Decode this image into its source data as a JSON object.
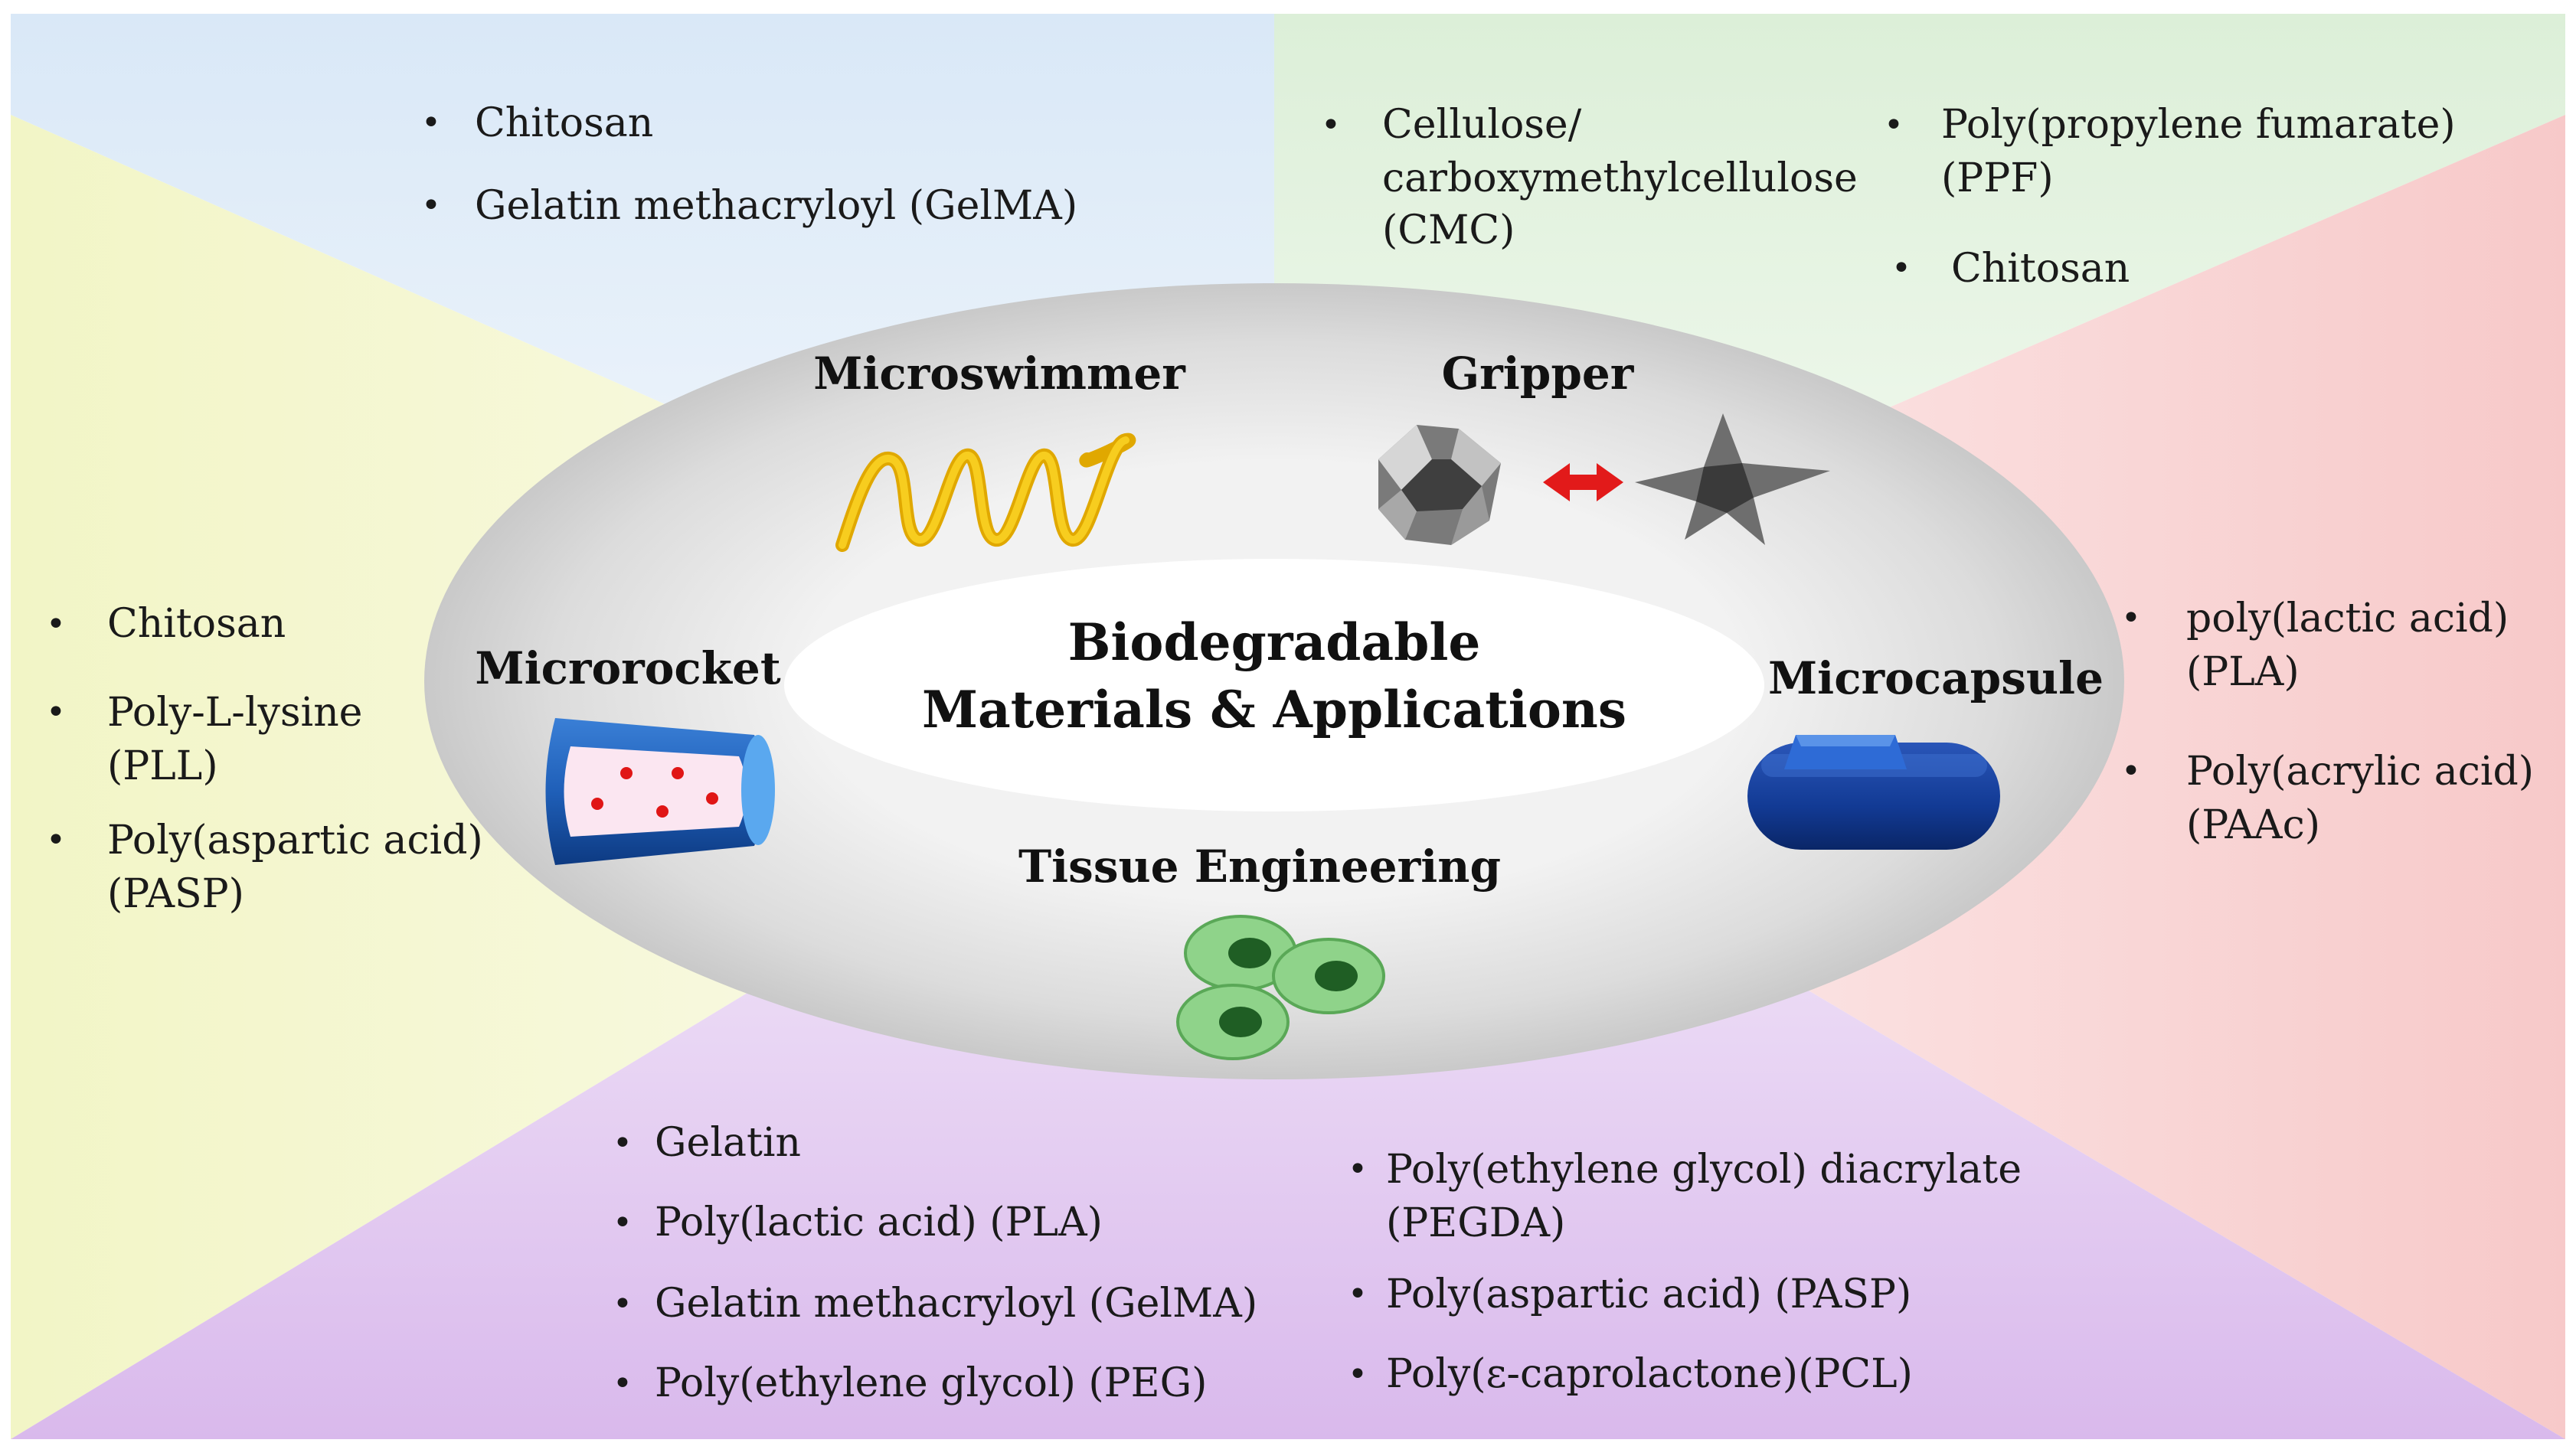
{
  "center_title": {
    "line1": "Biodegradable",
    "line2": "Materials & Applications"
  },
  "applications": {
    "microswimmer": "Microswimmer",
    "gripper": "Gripper",
    "microrocket": "Microrocket",
    "microcapsule": "Microcapsule",
    "tissue": "Tissue Engineering"
  },
  "materials": {
    "microswimmer": {
      "items": [
        {
          "lines": [
            "Chitosan"
          ]
        },
        {
          "lines": [
            "Gelatin methacryloyl (GelMA)"
          ]
        }
      ]
    },
    "gripper_left": {
      "items": [
        {
          "lines": [
            "Cellulose/",
            "carboxymethylcellulose",
            "(CMC)"
          ]
        }
      ]
    },
    "gripper_right": {
      "items": [
        {
          "lines": [
            "Poly(propylene fumarate)",
            "(PPF)"
          ]
        },
        {
          "lines": [
            "Chitosan"
          ]
        }
      ]
    },
    "microrocket": {
      "items": [
        {
          "lines": [
            "Chitosan"
          ]
        },
        {
          "lines": [
            "Poly-L-lysine",
            "(PLL)"
          ]
        },
        {
          "lines": [
            "Poly(aspartic acid)",
            "(PASP)"
          ]
        }
      ]
    },
    "microcapsule": {
      "items": [
        {
          "lines": [
            "poly(lactic acid)",
            "(PLA)"
          ]
        },
        {
          "lines": [
            "Poly(acrylic acid)",
            "(PAAc)"
          ]
        }
      ]
    },
    "tissue_left": {
      "items": [
        {
          "lines": [
            "Gelatin"
          ]
        },
        {
          "lines": [
            "Poly(lactic acid) (PLA)"
          ]
        },
        {
          "lines": [
            "Gelatin methacryloyl (GelMA)"
          ]
        },
        {
          "lines": [
            "Poly(ethylene glycol) (PEG)"
          ]
        }
      ]
    },
    "tissue_right": {
      "items": [
        {
          "lines": [
            "Poly(ethylene glycol) diacrylate",
            "(PEGDA)"
          ]
        },
        {
          "lines": [
            "Poly(aspartic acid) (PASP)"
          ]
        },
        {
          "lines": [
            "Poly(ε-caprolactone)(PCL)"
          ]
        }
      ]
    }
  },
  "colors": {
    "top_left": "#e3eef8",
    "top_right": "#e5f3e2",
    "left": "#f6f7d4",
    "right": "#fbe2e2",
    "bottom": "#e8d6f1",
    "swimmer": "#f2c010",
    "arrow": "#e21a1a",
    "capsule": "#123a94",
    "cell": "#8fd38a"
  },
  "icons": [
    "spiral-helix-icon",
    "gripper-folded-icon",
    "double-arrow-icon",
    "star-gripper-icon",
    "rocket-tube-icon",
    "capsule-icon",
    "cells-icon"
  ]
}
